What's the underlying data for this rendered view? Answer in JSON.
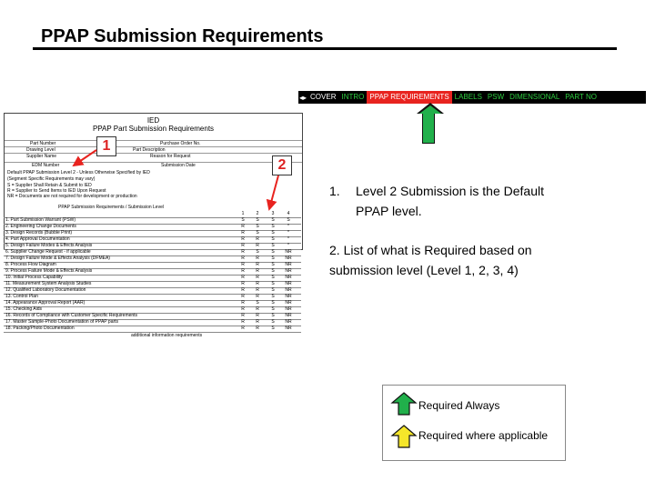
{
  "slide": {
    "title": "PPAP Submission Requirements"
  },
  "tabs": [
    "COVER",
    "INTRO",
    "PPAP REQUIREMENTS",
    "LABELS",
    "PSW",
    "DIMENSIONAL",
    "PART NO"
  ],
  "form": {
    "company": "IED",
    "heading": "PPAP Part Submission Requirements",
    "fields_left": [
      "Part Number",
      "Drawing Level",
      "Supplier Name",
      "EDM Number"
    ],
    "fields_right": [
      "Purchase Order No.",
      "Part Description",
      "Reason for Request",
      "Submission Date"
    ],
    "intro_lines": [
      "Default PPAP Submission Level 2 - Unless Otherwise Specified by IED",
      "(Segment Specific Requirements may vary)",
      "S = Supplier Shall Retain & Submit to IED",
      "R = Supplier to Send Items to IED Upon Request",
      "NR = Documents are not required for development or production"
    ],
    "table_header": "PPAP Submission Requirements / Submission Level",
    "levels": [
      "1",
      "2",
      "3",
      "4"
    ],
    "rows": [
      {
        "name": "1. Part Submission Warrant (PSW)",
        "cols": [
          "S",
          "S",
          "S",
          "S"
        ]
      },
      {
        "name": "2. Engineering Change Documents",
        "cols": [
          "R",
          "S",
          "S",
          "*"
        ]
      },
      {
        "name": "3. Design Records (Bubble Print)",
        "cols": [
          "R",
          "S",
          "S",
          "*"
        ]
      },
      {
        "name": "4. Part Approval Documentation",
        "cols": [
          "R",
          "R",
          "S",
          "*"
        ]
      },
      {
        "name": "5. Design Failure Modes & Effects Analysis",
        "cols": [
          "R",
          "R",
          "S",
          "*"
        ]
      },
      {
        "name": "6. Supplier Change Request - if applicable",
        "cols": [
          "R",
          "S",
          "S",
          "NR"
        ]
      },
      {
        "name": "7. Design Failure Mode & Effects Analysis (DFMEA)",
        "cols": [
          "R",
          "R",
          "S",
          "NR"
        ]
      },
      {
        "name": "8. Process Flow Diagram",
        "cols": [
          "R",
          "R",
          "S",
          "NR"
        ]
      },
      {
        "name": "9. Process Failure Mode & Effects Analysis",
        "cols": [
          "R",
          "R",
          "S",
          "NR"
        ]
      },
      {
        "name": "10. Initial Process Capability",
        "cols": [
          "R",
          "R",
          "S",
          "NR"
        ]
      },
      {
        "name": "11. Measurement System Analysis Studies",
        "cols": [
          "R",
          "R",
          "S",
          "NR"
        ]
      },
      {
        "name": "12. Qualified Laboratory Documentation",
        "cols": [
          "R",
          "R",
          "S",
          "NR"
        ]
      },
      {
        "name": "13. Control Plan",
        "cols": [
          "R",
          "R",
          "S",
          "NR"
        ]
      },
      {
        "name": "14. Appearance Approval Report (AAR)",
        "cols": [
          "R",
          "S",
          "S",
          "NR"
        ]
      },
      {
        "name": "15. Checking Aids",
        "cols": [
          "R",
          "R",
          "S",
          "NR"
        ]
      },
      {
        "name": "16. Records of Compliance with Customer Specific Requirements",
        "cols": [
          "R",
          "R",
          "S",
          "NR"
        ]
      },
      {
        "name": "17. Master Sample-Photo Documentation of PPAP parts",
        "cols": [
          "R",
          "R",
          "S",
          "NR"
        ]
      },
      {
        "name": "18. Packing/Photo Documentation",
        "cols": [
          "R",
          "R",
          "S",
          "NR"
        ]
      }
    ],
    "footer_note": "additional information requirements"
  },
  "callouts": [
    "1",
    "2"
  ],
  "bullets": {
    "item1_number": "1.",
    "item1_line1": "Level 2 Submission is the Default",
    "item1_line2": "PPAP level.",
    "item2_line1": "2. List of what is Required based on",
    "item2_line2": "submission level (Level 1, 2, 3, 4)"
  },
  "legend": {
    "always_label": "Required Always",
    "applicable_label": "Required where applicable"
  },
  "colors": {
    "green": "#21b04b",
    "yellow": "#f5e62a",
    "red": "#e8231f"
  }
}
